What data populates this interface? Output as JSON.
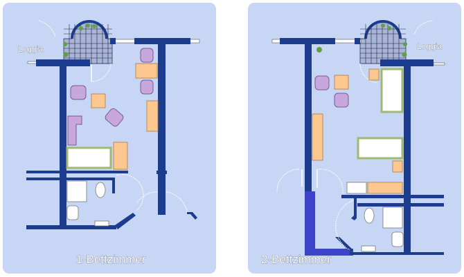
{
  "plans": [
    {
      "title": "1-Bettzimmer",
      "loggia_label": "Loggia"
    },
    {
      "title": "2-Bettzimmer",
      "loggia_label": "Loggia"
    }
  ],
  "colors": {
    "panel": "#c6d6f4",
    "wall": "#1c3c8e",
    "furniture_table": "#fcc890",
    "furniture_seat": "#c8a8dc",
    "bed_frame": "#a0b870"
  }
}
